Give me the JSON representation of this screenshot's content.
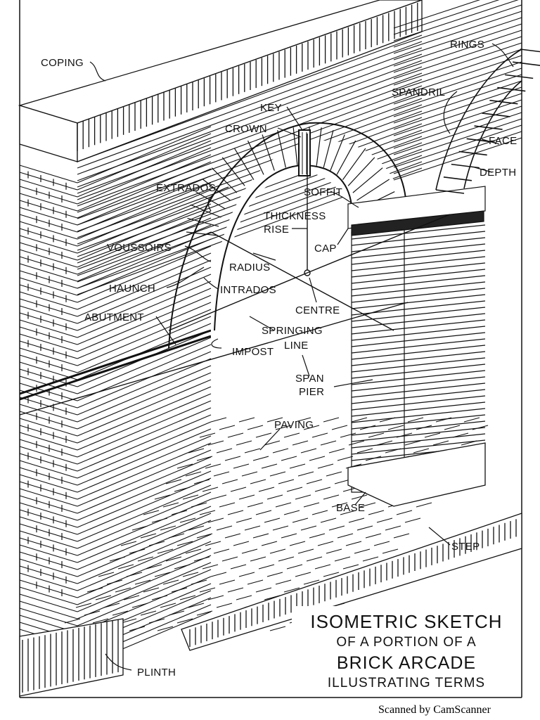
{
  "title": {
    "line1": "ISOMETRIC SKETCH",
    "line2": "OF A PORTION OF A",
    "line3": "BRICK ARCADE",
    "line4": "ILLUSTRATING TERMS"
  },
  "labels": {
    "coping": "COPING",
    "rings": "RINGS",
    "spandril": "SPANDRIL",
    "key": "KEY",
    "crown": "CROWN",
    "face": "FACE",
    "depth": "DEPTH",
    "extrados": "EXTRADOS",
    "soffit": "SOFFIT",
    "thickness": "THICKNESS",
    "rise": "RISE",
    "cap": "CAP",
    "voussoirs": "VOUSSOIRS",
    "radius": "RADIUS",
    "haunch": "HAUNCH",
    "intrados": "INTRADOS",
    "centre": "CENTRE",
    "abutment": "ABUTMENT",
    "springing": "SPRINGING",
    "line": "LINE",
    "impost": "IMPOST",
    "span": "SPAN",
    "pier": "PIER",
    "paving": "PAVING",
    "base": "BASE",
    "step": "STEP",
    "plinth": "PLINTH"
  },
  "footer": {
    "scanner": "Scanned by CamScanner"
  },
  "colors": {
    "ink": "#111111",
    "paper": "#ffffff"
  }
}
